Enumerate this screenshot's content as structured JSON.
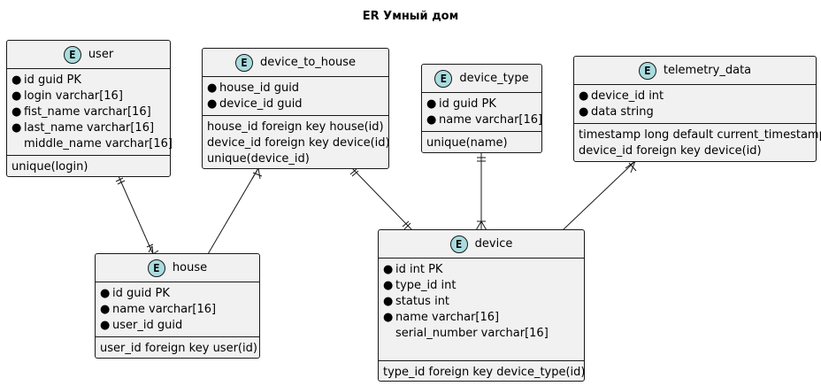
{
  "diagram": {
    "title": "ER Умный дом"
  },
  "entities": {
    "user": {
      "badge": "E",
      "name": "user",
      "fields": [
        "id guid PK",
        "login varchar[16]",
        "fist_name varchar[16]",
        "last_name varchar[16]",
        "middle_name varchar[16]"
      ],
      "constraints": [
        "unique(login)"
      ]
    },
    "device_to_house": {
      "badge": "E",
      "name": "device_to_house",
      "fields": [
        "house_id guid",
        "device_id guid"
      ],
      "constraints": [
        "house_id foreign key house(id)",
        "device_id foreign key device(id)",
        "unique(device_id)"
      ]
    },
    "device_type": {
      "badge": "E",
      "name": "device_type",
      "fields": [
        "id guid PK",
        "name varchar[16]"
      ],
      "constraints": [
        "unique(name)"
      ]
    },
    "telemetry_data": {
      "badge": "E",
      "name": "telemetry_data",
      "fields": [
        "device_id int",
        "data string"
      ],
      "constraints": [
        "timestamp long default current_timestamp",
        "device_id foreign key device(id)"
      ]
    },
    "house": {
      "badge": "E",
      "name": "house",
      "fields": [
        "id guid PK",
        "name varchar[16]",
        "user_id guid"
      ],
      "constraints": [
        "user_id foreign key user(id)"
      ]
    },
    "device": {
      "badge": "E",
      "name": "device",
      "fields": [
        "id int PK",
        "type_id int",
        "status int",
        "name varchar[16]",
        "serial_number varchar[16]"
      ],
      "constraints": [
        "type_id foreign key device_type(id)"
      ]
    }
  }
}
